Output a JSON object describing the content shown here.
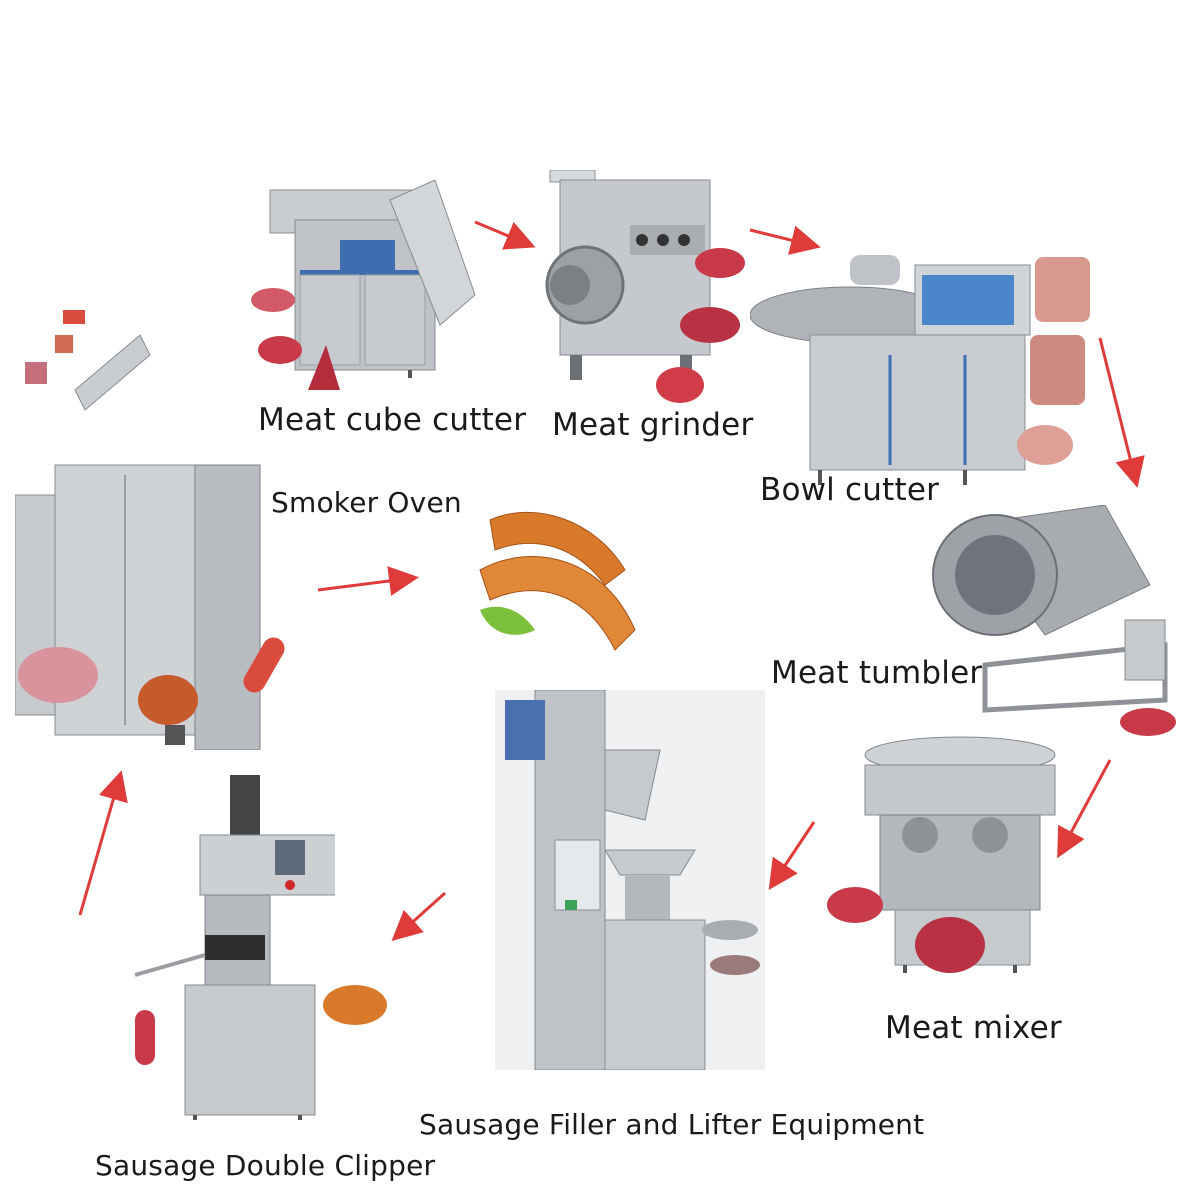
{
  "diagram": {
    "steps": [
      {
        "id": "meat-cube-cutter",
        "label": "Meat cube cutter"
      },
      {
        "id": "meat-grinder",
        "label": "Meat grinder"
      },
      {
        "id": "bowl-cutter",
        "label": "Bowl cutter"
      },
      {
        "id": "meat-tumbler",
        "label": "Meat tumbler"
      },
      {
        "id": "meat-mixer",
        "label": "Meat mixer"
      },
      {
        "id": "sausage-filler",
        "label": "Sausage Filler and Lifter Equipment"
      },
      {
        "id": "sausage-double-clipper",
        "label": "Sausage Double Clipper"
      },
      {
        "id": "smoker-oven",
        "label": "Smoker Oven"
      }
    ],
    "colors": {
      "arrow": "#e03b3b",
      "steel": "#b8bcc0",
      "meat": "#c8394a",
      "sausage": "#d87a2a"
    }
  }
}
